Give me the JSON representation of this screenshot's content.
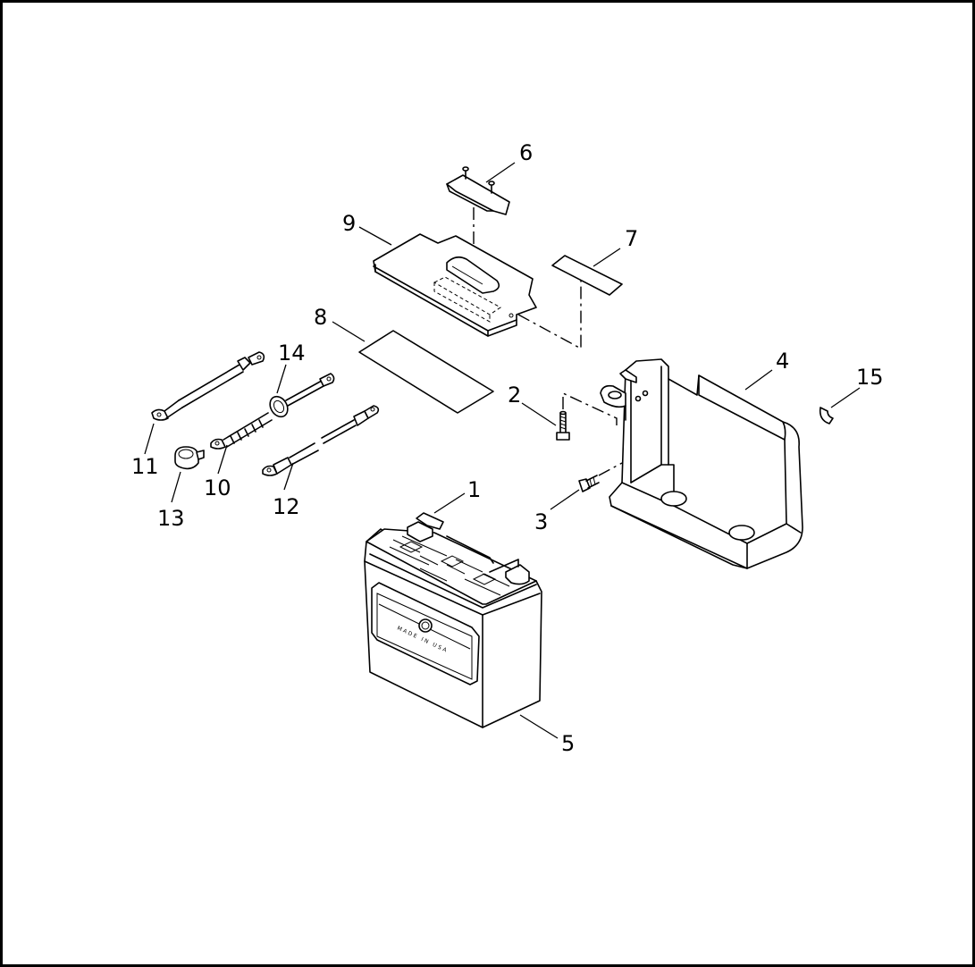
{
  "diagram": {
    "callouts": [
      {
        "id": "c1",
        "label": "1"
      },
      {
        "id": "c2",
        "label": "2"
      },
      {
        "id": "c3",
        "label": "3"
      },
      {
        "id": "c4",
        "label": "4"
      },
      {
        "id": "c5",
        "label": "5"
      },
      {
        "id": "c6",
        "label": "6"
      },
      {
        "id": "c7",
        "label": "7"
      },
      {
        "id": "c8",
        "label": "8"
      },
      {
        "id": "c9",
        "label": "9"
      },
      {
        "id": "c10",
        "label": "10"
      },
      {
        "id": "c11",
        "label": "11"
      },
      {
        "id": "c12",
        "label": "12"
      },
      {
        "id": "c13",
        "label": "13"
      },
      {
        "id": "c14",
        "label": "14"
      },
      {
        "id": "c15",
        "label": "15"
      }
    ],
    "battery_face_text": "MADE IN USA"
  }
}
